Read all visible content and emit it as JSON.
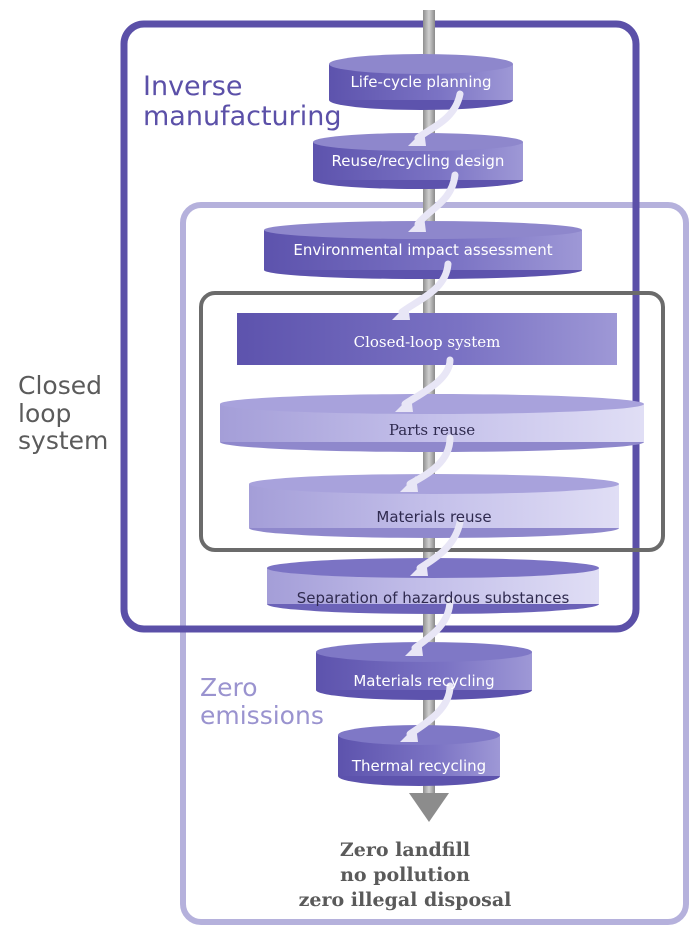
{
  "regions": {
    "inverse_manufacturing": "Inverse\nmanufacturing",
    "zero_emissions": "Zero\nemissions",
    "closed_loop_system": "Closed\nloop\nsystem"
  },
  "stages": [
    "Life-cycle planning",
    "Reuse/recycling design",
    "Environmental impact assessment",
    "Closed-loop system",
    "Parts reuse",
    "Materials reuse",
    "Separation of hazardous substances",
    "Materials recycling",
    "Thermal recycling"
  ],
  "outcomes": [
    "Zero landfill",
    "no pollution",
    "zero illegal disposal"
  ],
  "colors": {
    "inverse_frame": "#5b50a8",
    "zero_frame": "#b5b1dc",
    "closed_loop_frame": "#6b6b6b",
    "disk_dark": "#6b62b8",
    "disk_light": "#c8c4ea",
    "shaft": "#a9a9a9"
  }
}
